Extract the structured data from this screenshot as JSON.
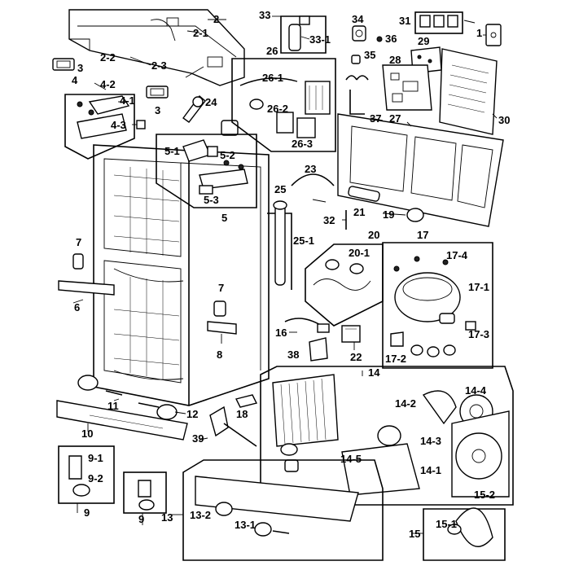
{
  "labels": [
    {
      "id": "l-2",
      "text": "2"
    },
    {
      "id": "l-2-1",
      "text": "2-1"
    },
    {
      "id": "l-2-2",
      "text": "2-2"
    },
    {
      "id": "l-2-3",
      "text": "2-3"
    },
    {
      "id": "l-3a",
      "text": "3"
    },
    {
      "id": "l-3b",
      "text": "3"
    },
    {
      "id": "l-4",
      "text": "4"
    },
    {
      "id": "l-4-1",
      "text": "4-1"
    },
    {
      "id": "l-4-2",
      "text": "4-2"
    },
    {
      "id": "l-4-3",
      "text": "4-3"
    },
    {
      "id": "l-24",
      "text": "24"
    },
    {
      "id": "l-33",
      "text": "33"
    },
    {
      "id": "l-33-1",
      "text": "33-1"
    },
    {
      "id": "l-34",
      "text": "34"
    },
    {
      "id": "l-36",
      "text": "36"
    },
    {
      "id": "l-35",
      "text": "35"
    },
    {
      "id": "l-31",
      "text": "31"
    },
    {
      "id": "l-29",
      "text": "29"
    },
    {
      "id": "l-28",
      "text": "28"
    },
    {
      "id": "l-1",
      "text": "1"
    },
    {
      "id": "l-30",
      "text": "30"
    },
    {
      "id": "l-26",
      "text": "26"
    },
    {
      "id": "l-26-1",
      "text": "26-1"
    },
    {
      "id": "l-26-2",
      "text": "26-2"
    },
    {
      "id": "l-26-3",
      "text": "26-3"
    },
    {
      "id": "l-37",
      "text": "37"
    },
    {
      "id": "l-27",
      "text": "27"
    },
    {
      "id": "l-5-1",
      "text": "5-1"
    },
    {
      "id": "l-5-2",
      "text": "5-2"
    },
    {
      "id": "l-5-3",
      "text": "5-3"
    },
    {
      "id": "l-5",
      "text": "5"
    },
    {
      "id": "l-23",
      "text": "23"
    },
    {
      "id": "l-25",
      "text": "25"
    },
    {
      "id": "l-25-1",
      "text": "25-1"
    },
    {
      "id": "l-21",
      "text": "21"
    },
    {
      "id": "l-19",
      "text": "19"
    },
    {
      "id": "l-32",
      "text": "32"
    },
    {
      "id": "l-20",
      "text": "20"
    },
    {
      "id": "l-20-1",
      "text": "20-1"
    },
    {
      "id": "l-17",
      "text": "17"
    },
    {
      "id": "l-17-4",
      "text": "17-4"
    },
    {
      "id": "l-17-1",
      "text": "17-1"
    },
    {
      "id": "l-17-2",
      "text": "17-2"
    },
    {
      "id": "l-17-3",
      "text": "17-3"
    },
    {
      "id": "l-7a",
      "text": "7"
    },
    {
      "id": "l-7b",
      "text": "7"
    },
    {
      "id": "l-6",
      "text": "6"
    },
    {
      "id": "l-8",
      "text": "8"
    },
    {
      "id": "l-16",
      "text": "16"
    },
    {
      "id": "l-22",
      "text": "22"
    },
    {
      "id": "l-38",
      "text": "38"
    },
    {
      "id": "l-14",
      "text": "14"
    },
    {
      "id": "l-14-2",
      "text": "14-2"
    },
    {
      "id": "l-14-4",
      "text": "14-4"
    },
    {
      "id": "l-14-3",
      "text": "14-3"
    },
    {
      "id": "l-14-5",
      "text": "14-5"
    },
    {
      "id": "l-14-1",
      "text": "14-1"
    },
    {
      "id": "l-11",
      "text": "11"
    },
    {
      "id": "l-12",
      "text": "12"
    },
    {
      "id": "l-18",
      "text": "18"
    },
    {
      "id": "l-10",
      "text": "10"
    },
    {
      "id": "l-39",
      "text": "39"
    },
    {
      "id": "l-9-1a",
      "text": "9-1"
    },
    {
      "id": "l-9-2",
      "text": "9-2"
    },
    {
      "id": "l-9a",
      "text": "9"
    },
    {
      "id": "l-9b",
      "text": "9"
    },
    {
      "id": "l-13",
      "text": "13"
    },
    {
      "id": "l-13-2",
      "text": "13-2"
    },
    {
      "id": "l-13-1",
      "text": "13-1"
    },
    {
      "id": "l-15",
      "text": "15"
    },
    {
      "id": "l-15-1",
      "text": "15-1"
    },
    {
      "id": "l-15-2",
      "text": "15-2"
    }
  ]
}
